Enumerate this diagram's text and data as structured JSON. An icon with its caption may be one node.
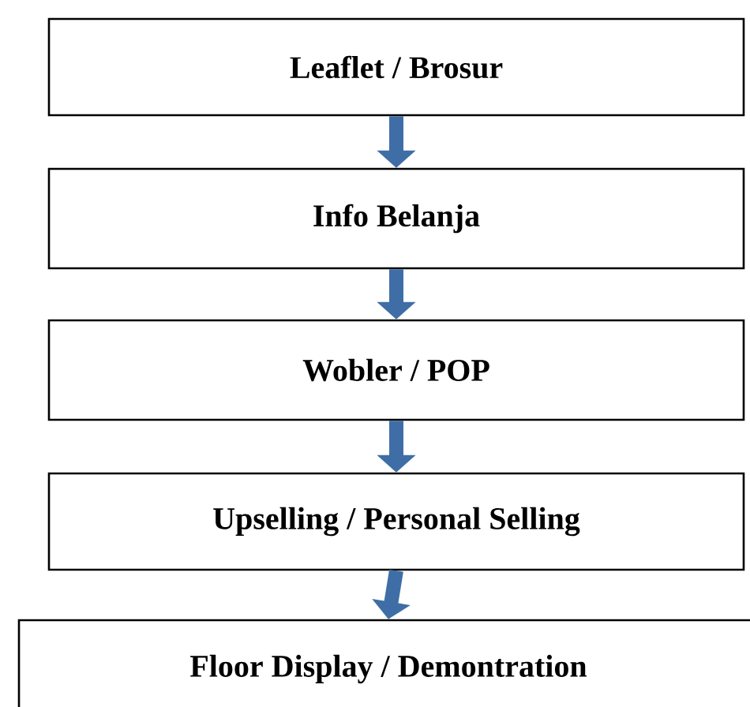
{
  "diagram": {
    "nodes": [
      {
        "text": [
          "Leaflet / Brosur"
        ]
      },
      {
        "text": [
          "Info Belanja"
        ]
      },
      {
        "text": [
          "Wobler / POP"
        ]
      },
      {
        "text": [
          "Upselling / Personal Selling"
        ]
      },
      {
        "text": [
          "Floor Display / Demontration"
        ]
      }
    ],
    "edges": [
      {
        "from": 0,
        "to": 1,
        "arrow": "to"
      },
      {
        "from": 1,
        "to": 2,
        "arrow": "to"
      },
      {
        "from": 2,
        "to": 3,
        "arrow": "to"
      },
      {
        "from": 3,
        "to": 4,
        "arrow": "to"
      }
    ]
  }
}
